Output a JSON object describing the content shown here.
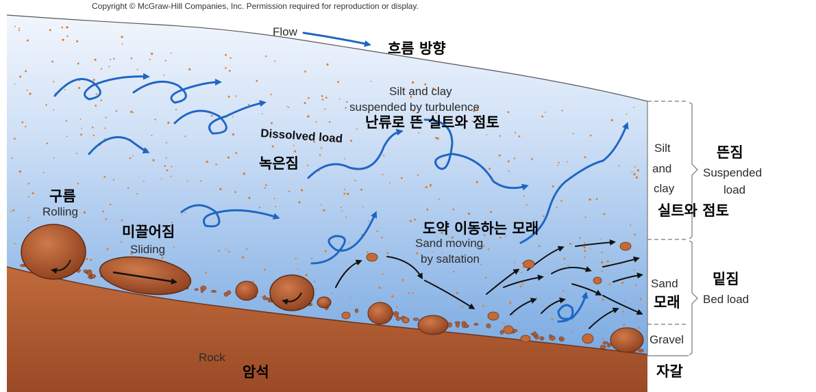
{
  "copyright": "Copyright © McGraw-Hill Companies, Inc. Permission required for reproduction or display.",
  "labels": {
    "flow_en": "Flow",
    "flow_ko": "흐름 방향",
    "silt_clay_line1": "Silt and clay",
    "silt_clay_line2": "suspended by turbulence",
    "silt_clay_ko": "난류로 뜬 실트와 점토",
    "dissolved_en": "Dissolved load",
    "dissolved_ko": "녹은짐",
    "rolling_ko": "구름",
    "rolling_en": "Rolling",
    "sliding_ko": "미끌어짐",
    "sliding_en": "Sliding",
    "saltation_ko": "도약 이동하는 모래",
    "saltation_line1": "Sand moving",
    "saltation_line2": "by saltation",
    "rock_en": "Rock",
    "rock_ko": "암석"
  },
  "legend": {
    "silt_line1": "Silt",
    "silt_line2": "and",
    "silt_line3": "clay",
    "silt_ko": "실트와 점토",
    "suspended_ko": "뜬짐",
    "suspended_line1": "Suspended",
    "suspended_line2": "load",
    "sand_en": "Sand",
    "sand_ko": "모래",
    "bed_ko": "밑짐",
    "bed_en": "Bed load",
    "gravel_en": "Gravel",
    "gravel_ko": "자갈"
  },
  "colors": {
    "water_top": "#eef4fd",
    "water_bottom": "#7eaee4",
    "arrow_blue": "#1f66c4",
    "sediment": "#b5633a",
    "rock_fill": "#a3512b",
    "dot_orange": "#e07b2a"
  }
}
